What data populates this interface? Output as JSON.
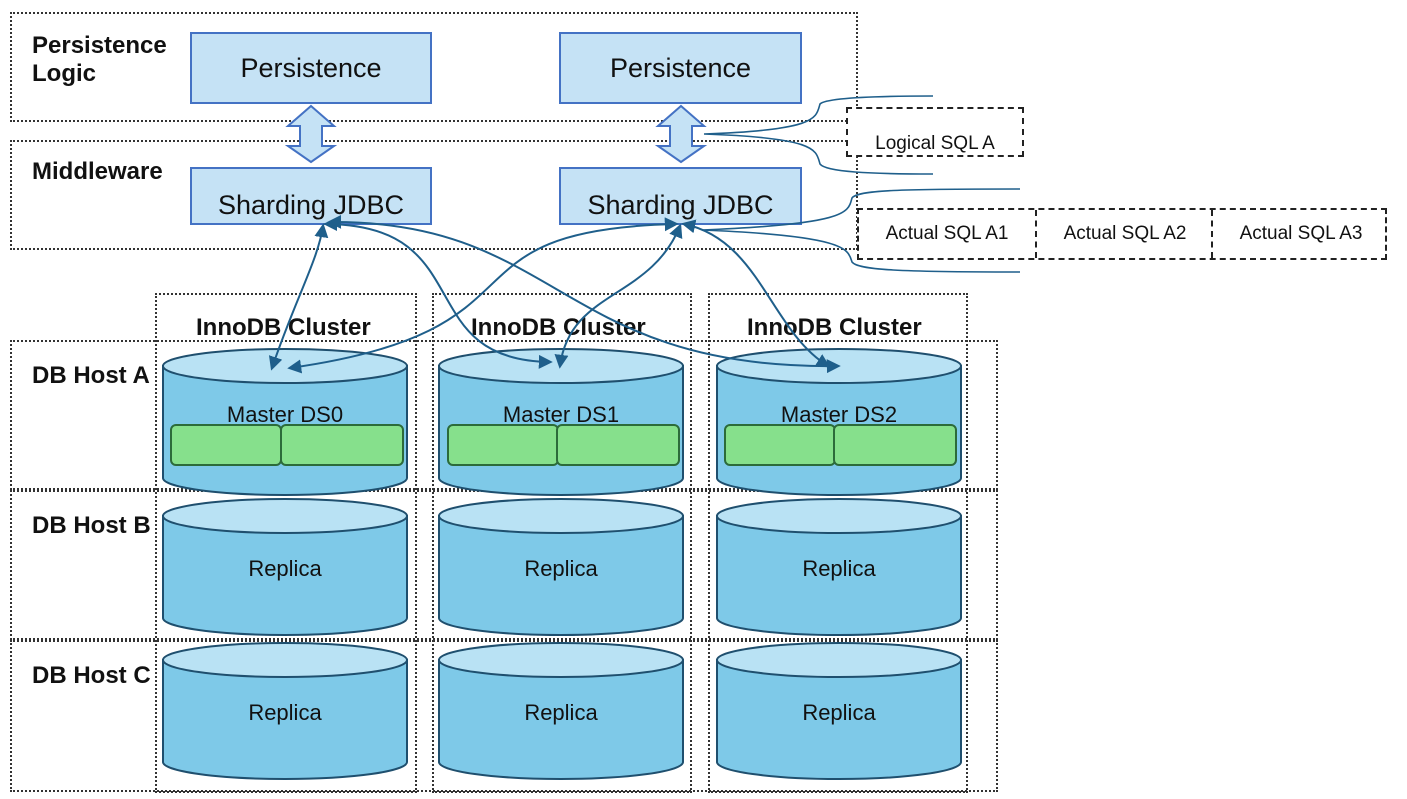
{
  "layers": {
    "persistence": "Persistence Logic",
    "middleware": "Middleware",
    "db_host_a": "DB Host A",
    "db_host_b": "DB Host B",
    "db_host_c": "DB Host C"
  },
  "apps": [
    {
      "persistence": "Persistence",
      "jdbc": "Sharding JDBC"
    },
    {
      "persistence": "Persistence",
      "jdbc": "Sharding JDBC"
    }
  ],
  "clusters": [
    {
      "title": "InnoDB Cluster",
      "master": "Master DS0",
      "replica_b": "Replica",
      "replica_c": "Replica"
    },
    {
      "title": "InnoDB Cluster",
      "master": "Master DS1",
      "replica_b": "Replica",
      "replica_c": "Replica"
    },
    {
      "title": "InnoDB Cluster",
      "master": "Master DS2",
      "replica_b": "Replica",
      "replica_c": "Replica"
    }
  ],
  "sql": {
    "logical": "Logical SQL A",
    "actual": [
      "Actual SQL A1",
      "Actual SQL A2",
      "Actual SQL A3"
    ]
  },
  "colors": {
    "box_fill": "#c5e2f5",
    "box_border": "#4472c4",
    "cylinder_fill": "#7ec9e8",
    "cylinder_top": "#b9e2f4",
    "shard_fill": "#86e08c",
    "arrow": "#1f5f8b"
  }
}
